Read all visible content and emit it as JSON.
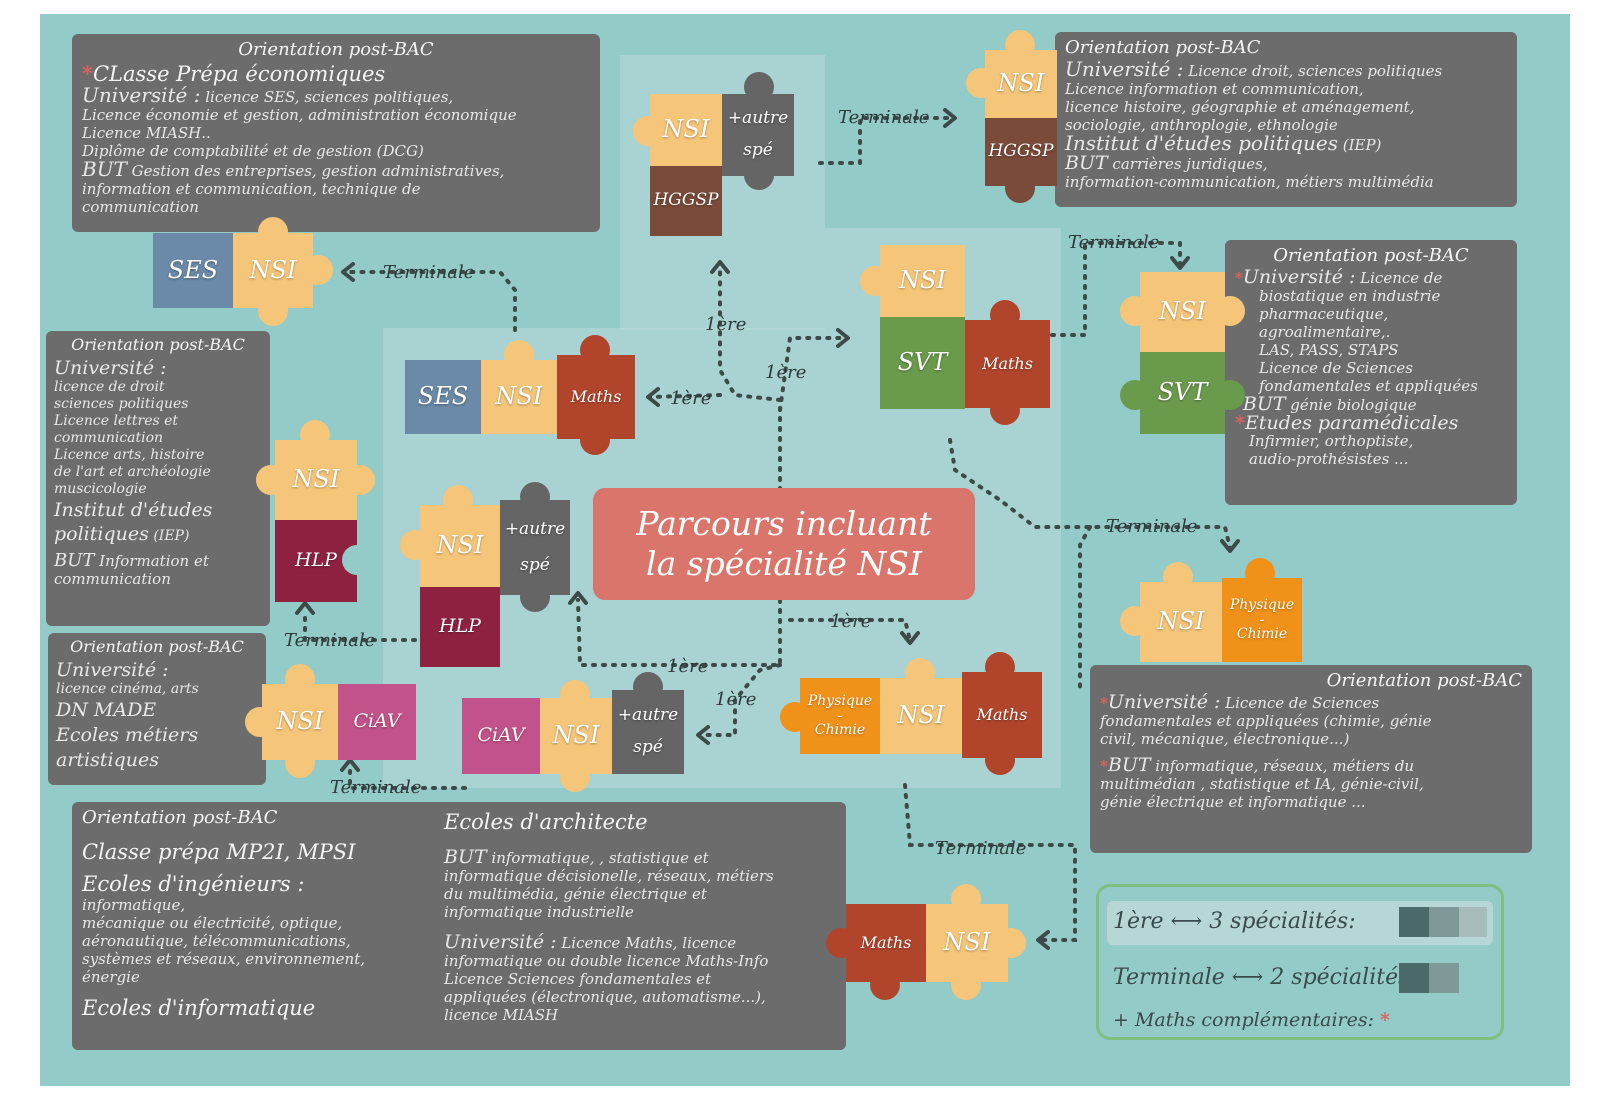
{
  "title": {
    "line1": "Parcours incluant",
    "line2": "la spécialité NSI"
  },
  "colors": {
    "background": "#93cbc9",
    "box": "#6c6c6c",
    "nsi": "#f5c67a",
    "title": "#d9756a"
  },
  "pieces": {
    "nsi": "NSI",
    "ses": "SES",
    "maths": "Maths",
    "hggsp": "HGGSP",
    "autre": "+autre",
    "spe": "spé",
    "svt": "SVT",
    "hlp": "HLP",
    "ciav": "CiAV",
    "physique_a": "Physique",
    "physique_b": "-",
    "physique_c": "Chimie"
  },
  "labels": {
    "terminale": "Terminale",
    "premiere": "1ère"
  },
  "boxes": {
    "ses": {
      "header": "Orientation post-BAC",
      "l1": "CLasse Prépa économiques",
      "l2a": "Université :",
      "l2b": " licence SES, sciences politiques,",
      "l3": "Licence économie et gestion, administration économique",
      "l4": "Licence MIASH..",
      "l5": "Diplôme de comptabilité et de gestion (DCG)",
      "l6a": "BUT",
      "l6b": " Gestion des entreprises, gestion administratives,",
      "l7": "information et communication, technique de",
      "l8": "communication"
    },
    "hggsp": {
      "header": "Orientation post-BAC",
      "l1a": "Université :",
      "l1b": " Licence droit, sciences politiques",
      "l2": "Licence  information et communication,",
      "l3": "licence histoire, géographie et aménagement,",
      "l4": "sociologie, anthroplogie, ethnologie",
      "l5a": "Institut d'études politiques",
      "l5b": "  (IEP)",
      "l6a": "BUT",
      "l6b": "  carrières juridiques,",
      "l7": "information-communication, métiers multimédia"
    },
    "svt": {
      "header": "Orientation post-BAC",
      "l1a": "Université :",
      "l1b": " Licence  de",
      "l2": "biostatique en industrie",
      "l3": "pharmaceutique,",
      "l4": "agroalimentaire,.",
      "l5": "LAS, PASS, STAPS",
      "l6": "Licence de Sciences",
      "l7": "fondamentales et appliquées",
      "l8a": "BUT",
      "l8b": "  génie biologique",
      "l9": "Etudes paramédicales",
      "l10": "Infirmier, orthoptiste,",
      "l11": "audio-prothésistes ..."
    },
    "hlp": {
      "header": "Orientation post-BAC",
      "l1": "Université :",
      "l2": "licence de droit",
      "l3": "sciences politiques",
      "l4": "Licence lettres et",
      "l5": "communication",
      "l6": "Licence arts, histoire",
      "l7": "de l'art et archéologie",
      "l8": "muscicologie",
      "l9": "Institut d'études",
      "l10a": "politiques",
      "l10b": "  (IEP)",
      "l11a": "BUT",
      "l11b": "  Information et",
      "l12": "communication"
    },
    "ciav": {
      "header": "Orientation post-BAC",
      "l1": "Université :",
      "l2": "licence  cinéma, arts",
      "l3": "DN MADE",
      "l4": "Ecoles  métiers",
      "l5": "artistiques"
    },
    "physique": {
      "header": "Orientation post-BAC",
      "l1a": "Université :",
      "l1b": " Licence  de Sciences",
      "l2": "fondamentales et appliquées (chimie, génie",
      "l3": "civil, mécanique, électronique...)",
      "l4a": "BUT",
      "l4b": "  informatique, réseaux, métiers du",
      "l5": "multimédian , statistique et IA, génie-civil,",
      "l6": "génie  électrique et  informatique ..."
    },
    "maths": {
      "header": "Orientation post-BAC",
      "c1l1": "Classe prépa MP2I, MPSI",
      "c1l2": "Ecoles d'ingénieurs  :",
      "c1l3": "informatique,",
      "c1l4": "mécanique ou électricité, optique,",
      "c1l5": "aéronautique, télécommunications,",
      "c1l6": "systèmes et réseaux, environnement,",
      "c1l7": "énergie",
      "c1l8": "Ecoles d'informatique",
      "c2l1": "Ecoles d'architecte",
      "c2l2a": "BUT",
      "c2l2b": "  informatique, , statistique et",
      "c2l3": "informatique décisionelle, réseaux, métiers",
      "c2l4": "du multimédia, génie électrique et",
      "c2l5": "informatique industrielle",
      "c2l6a": "Université :",
      "c2l6b": " Licence  Maths, licence",
      "c2l7": "informatique ou double licence Maths-Info",
      "c2l8": "Licence Sciences fondamentales et",
      "c2l9": "appliquées (électronique, automatisme...),",
      "c2l10": "licence MIASH"
    }
  },
  "legend": {
    "row1a": "1ère",
    "row1b": "3 spécialités:",
    "row2a": "Terminale",
    "row2b": "2 spécialités:",
    "row3": "+ Maths complémentaires:",
    "star": "*"
  }
}
